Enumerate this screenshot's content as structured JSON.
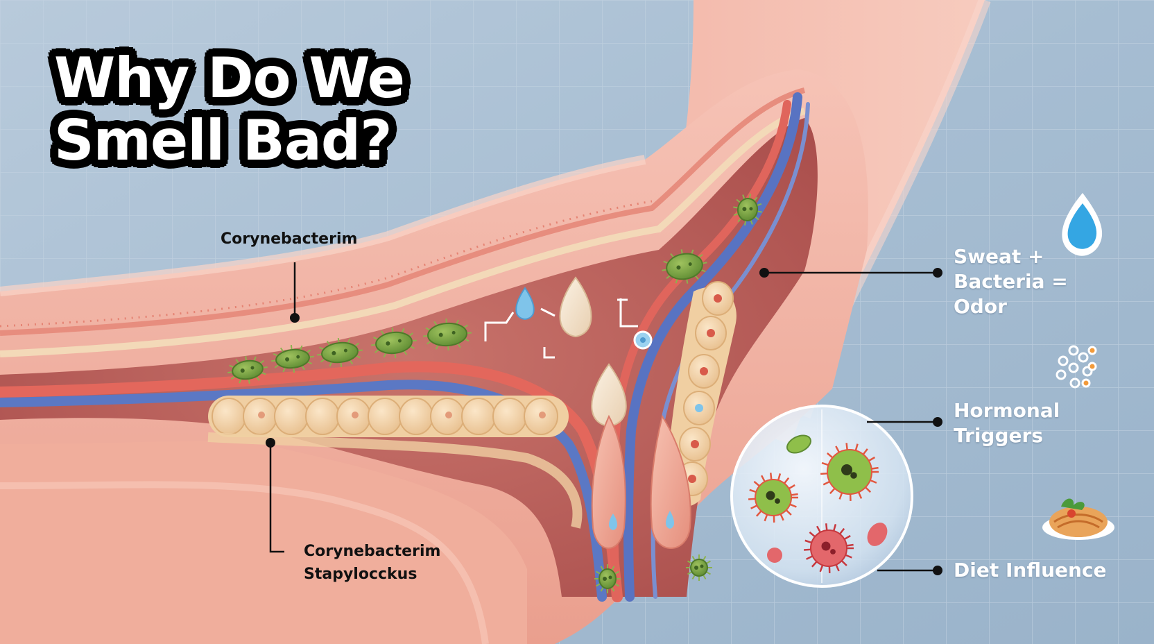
{
  "title": {
    "line1": "Why Do We",
    "line2": "Smell Bad?"
  },
  "labels": {
    "corynebacterium_top": "Corynebacterim",
    "corynebacterium_bottom_line1": "Corynebacterim",
    "corynebacterium_bottom_line2": "Stapylocckus",
    "sweat_bacteria_line1": "Sweat +",
    "sweat_bacteria_line2": "Bacteria =",
    "sweat_bacteria_line3": "Odor",
    "hormonal_line1": "Hormonal",
    "hormonal_line2": "Triggers",
    "diet": "Diet Influence"
  },
  "icons": [
    "water-drop-icon",
    "molecule-cluster-icon",
    "food-plate-icon"
  ],
  "colors": {
    "background": "#a9c0d4",
    "skin": "#f2b5a6",
    "bacteria": "#7fa84a",
    "vessel_blue": "#5b78c4",
    "vessel_red": "#d9594f",
    "fat": "#f0d2a8",
    "title_fill": "#ffffff",
    "title_outline": "#000000"
  }
}
